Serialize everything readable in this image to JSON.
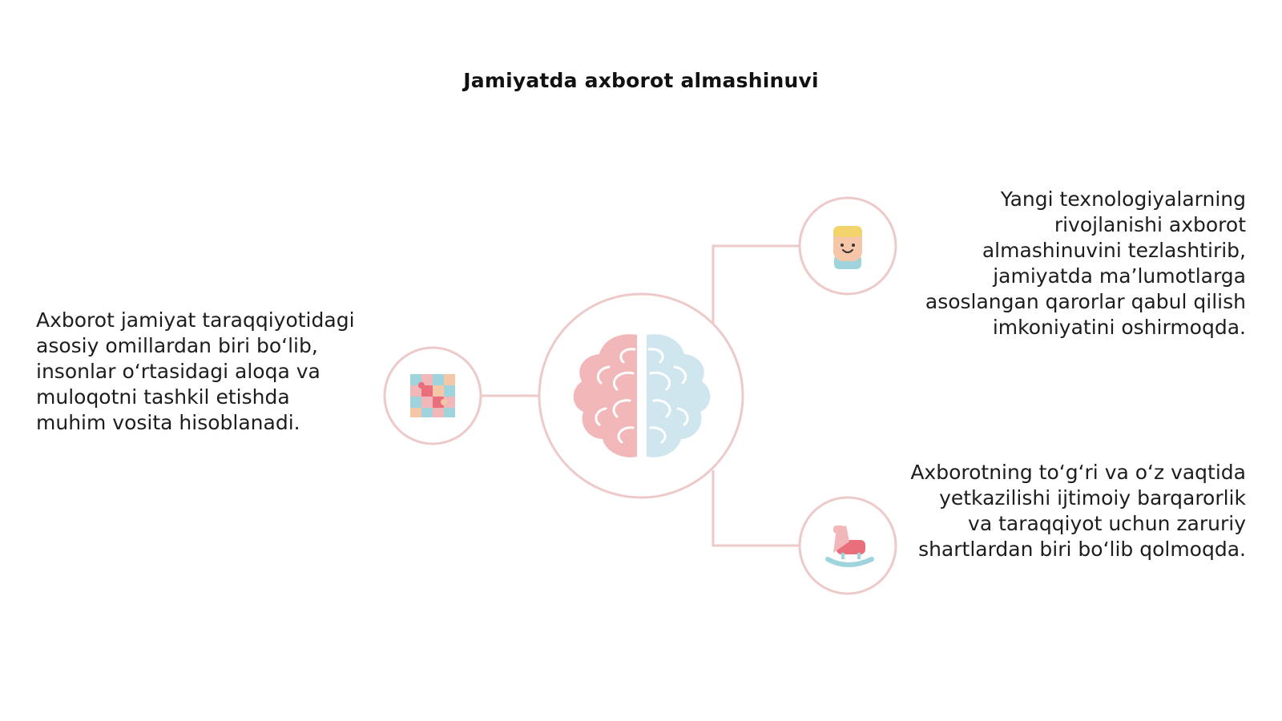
{
  "title": "Jamiyatda axborot almashinuvi",
  "colors": {
    "connector": "#eec9c9",
    "brain_left": "#f2b7b9",
    "brain_right": "#cfe6ee",
    "text": "#1d1d1d"
  },
  "center_node": {
    "icon": "brain-icon"
  },
  "nodes": [
    {
      "id": "left",
      "icon": "puzzle-icon",
      "text": "Axborot jamiyat taraqqiyotidagi asosiy omillardan biri bo‘lib, insonlar o‘rtasidagi aloqa va muloqotni tashkil etishda muhim vosita hisoblanadi."
    },
    {
      "id": "top-right",
      "icon": "child-face-icon",
      "text": "Yangi texnologiyalarning rivojlanishi axborot almashinuvini tezlashtirib, jamiyatda ma’lumotlarga asoslangan qarorlar qabul qilish imkoniyatini oshirmoqda."
    },
    {
      "id": "bottom-right",
      "icon": "rocking-horse-icon",
      "text": "Axborotning to‘g‘ri va o‘z vaqtida yetkazilishi ijtimoiy barqarorlik va taraqqiyot uchun zaruriy shartlardan biri bo‘lib qolmoqda."
    }
  ]
}
